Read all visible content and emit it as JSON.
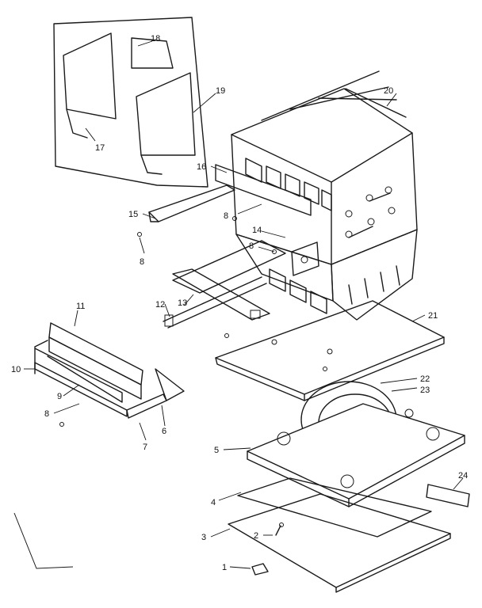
{
  "callouts": {
    "c1": "1",
    "c2": "2",
    "c3": "3",
    "c4": "4",
    "c5": "5",
    "c6": "6",
    "c7": "7",
    "c8a": "8",
    "c8b": "8",
    "c8c": "8",
    "c8d": "8",
    "c9": "9",
    "c10": "10",
    "c11": "11",
    "c12": "12",
    "c13": "13",
    "c14": "14",
    "c15": "15",
    "c16": "16",
    "c17": "17",
    "c18": "18",
    "c19": "19",
    "c20": "20",
    "c21": "21",
    "c22": "22",
    "c23": "23",
    "c24": "24"
  },
  "colors": {
    "line": "#1a1a1a",
    "background": "#ffffff"
  }
}
